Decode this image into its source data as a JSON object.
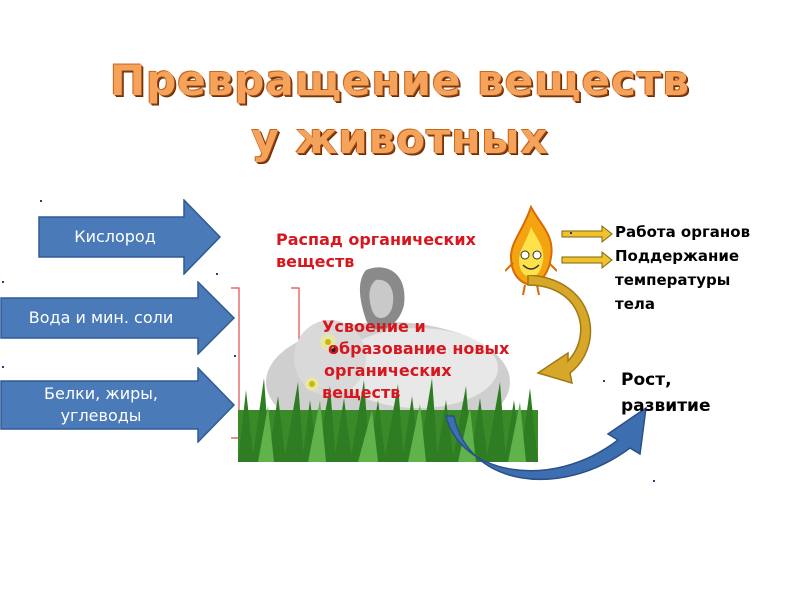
{
  "title": {
    "line1": "Превращение  веществ",
    "line2": "у животных"
  },
  "inputs": {
    "oxygen": "Кислород",
    "water": "Вода и мин. соли",
    "nutrients_line1": "Белки, жиры,",
    "nutrients_line2": "углеводы"
  },
  "processes": {
    "breakdown_line1": "Распад органических",
    "breakdown_line2": "веществ",
    "assimilation_line1": "Усвоение и",
    "assimilation_line2": "образование новых",
    "assimilation_line3": "органических",
    "assimilation_line4": "веществ"
  },
  "outputs": {
    "organs": "Работа органов",
    "support": "Поддержание",
    "temperature": "температуры",
    "body": "тела",
    "growth_line1": "Рост,",
    "growth_line2": "развитие"
  },
  "colors": {
    "input_arrow": "#4a7ab8",
    "process_text": "#d8161d",
    "curved_arrow_gold": "#d7a72a",
    "curved_arrow_blue": "#3d6fb0",
    "title_fill": "#f5a25b"
  }
}
